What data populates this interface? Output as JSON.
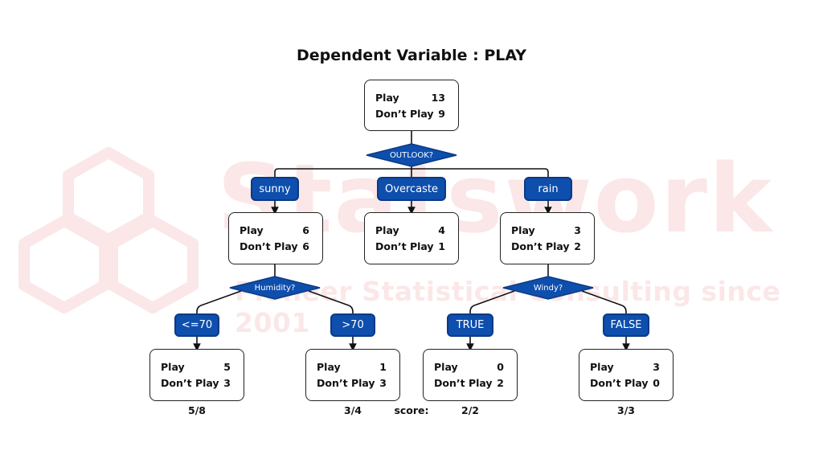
{
  "title": "Dependent Variable : PLAY",
  "watermark": {
    "brand": "Statswork",
    "tagline": "Pioneer Statistical Consulting since 2001"
  },
  "row_labels": {
    "play": "Play",
    "dont_play": "Don’t Play"
  },
  "root": {
    "play": "13",
    "dont_play": "9"
  },
  "questions": {
    "outlook": "OUTLOOK?",
    "humidity": "Humidity?",
    "windy": "Windy?"
  },
  "branches": {
    "sunny": "sunny",
    "overcast": "Overcaste",
    "rain": "rain",
    "le70": "<=70",
    "gt70": ">70",
    "true": "TRUE",
    "false": "FALSE"
  },
  "nodes": {
    "sunny": {
      "play": "6",
      "dont_play": "6"
    },
    "overcast": {
      "play": "4",
      "dont_play": "1"
    },
    "rain": {
      "play": "3",
      "dont_play": "2"
    },
    "le70": {
      "play": "5",
      "dont_play": "3"
    },
    "gt70": {
      "play": "1",
      "dont_play": "3"
    },
    "true": {
      "play": "0",
      "dont_play": "2"
    },
    "false": {
      "play": "3",
      "dont_play": "0"
    }
  },
  "scores": {
    "label": "score:",
    "le70": "5/8",
    "gt70": "3/4",
    "true": "2/2",
    "false": "3/3"
  },
  "colors": {
    "accent": "#0e4ead",
    "watermark": "#fbe7e7"
  }
}
